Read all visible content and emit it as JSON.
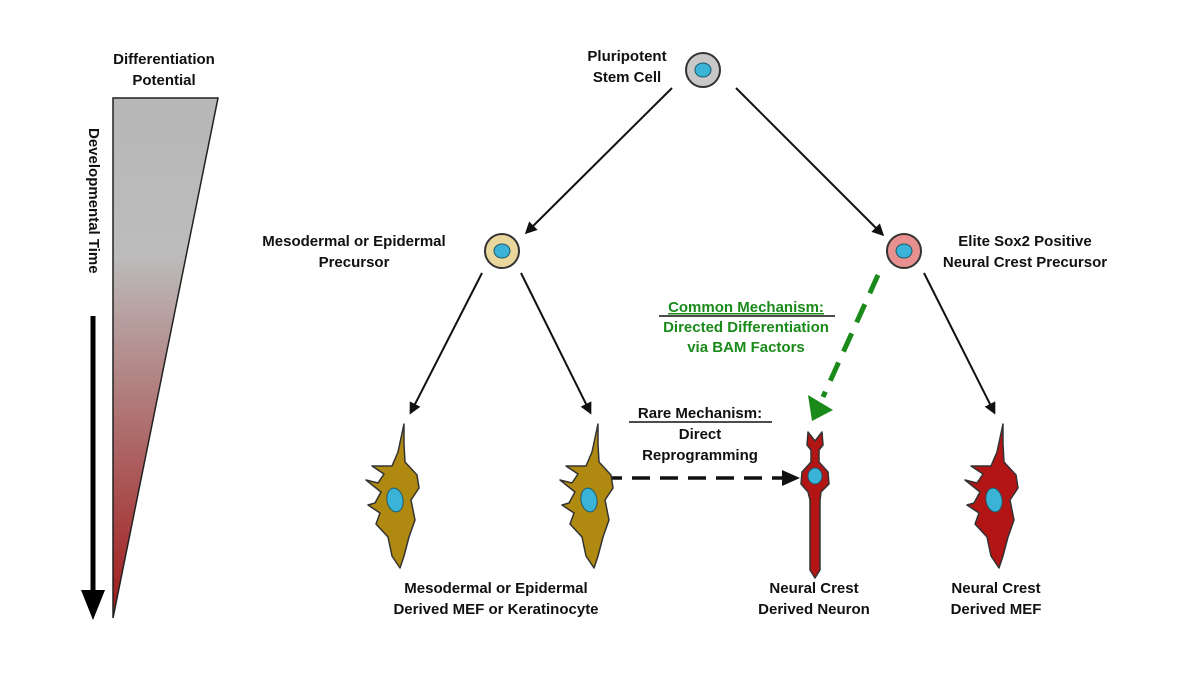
{
  "gradient_bar": {
    "title_line1": "Differentiation",
    "title_line2": "Potential",
    "top_color": "#b7b7b7",
    "bottom_color": "#a01818"
  },
  "time_axis": {
    "label": "Developmental Time"
  },
  "nodes": {
    "pluripotent": {
      "line1": "Pluripotent",
      "line2": "Stem Cell",
      "fill": "#c8c8c8",
      "nucleus": "#3ab3d6"
    },
    "mesodermal_precursor": {
      "line1": "Mesodermal or Epidermal",
      "line2": "Precursor",
      "fill": "#e9d79e",
      "nucleus": "#3ab3d6"
    },
    "nc_precursor": {
      "line1": "Elite Sox2 Positive",
      "line2": "Neural Crest Precursor",
      "fill": "#e89090",
      "nucleus": "#3ab3d6"
    },
    "mef_or_keratinocyte": {
      "line1": "Mesodermal or Epidermal",
      "line2": "Derived MEF or Keratinocyte",
      "fill": "#b08a10"
    },
    "nc_neuron": {
      "line1": "Neural Crest",
      "line2": "Derived Neuron",
      "fill": "#b31414"
    },
    "nc_mef": {
      "line1": "Neural Crest",
      "line2": "Derived MEF",
      "fill": "#b31414"
    }
  },
  "mechanisms": {
    "common": {
      "title": "Common Mechanism:",
      "line2": "Directed Differentiation",
      "line3": "via BAM Factors",
      "color": "#1a8a1a"
    },
    "rare": {
      "title": "Rare Mechanism:",
      "line2": "Direct",
      "line3": "Reprogramming",
      "color": "#111111"
    }
  }
}
